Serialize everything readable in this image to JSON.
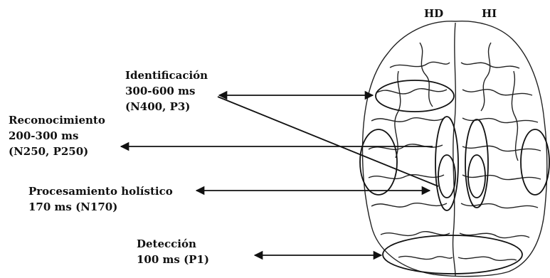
{
  "hemispheres": {
    "right": "HD",
    "left": "HI"
  },
  "stages": {
    "identification": {
      "title": "Identificación",
      "latency": "300-600 ms",
      "components": "(N400, P3)"
    },
    "recognition": {
      "title": "Reconocimiento",
      "latency": "200-300 ms",
      "components": "(N250, P250)"
    },
    "holistic": {
      "title": "Procesamiento holístico",
      "latency": "170 ms (N170)"
    },
    "detection": {
      "title": "Detección",
      "latency": "100 ms (P1)"
    }
  }
}
